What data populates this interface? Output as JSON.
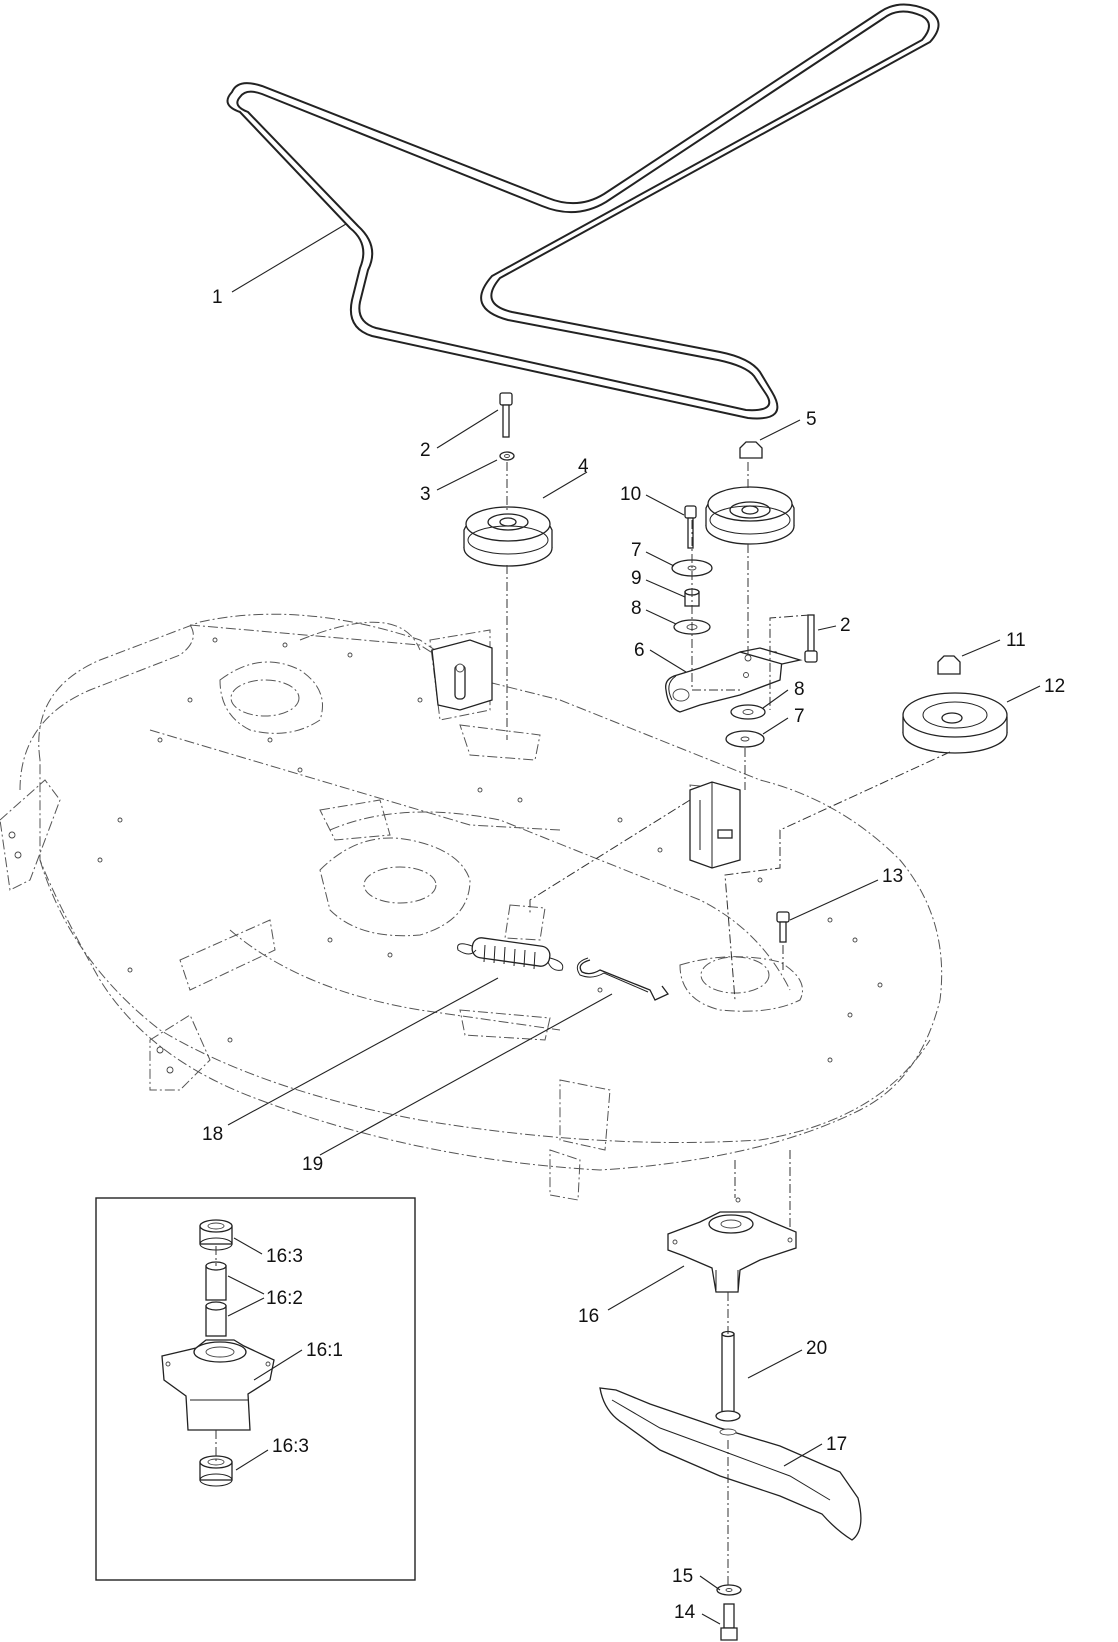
{
  "callouts": {
    "c1": "1",
    "c2a": "2",
    "c3": "3",
    "c4": "4",
    "c5": "5",
    "c10": "10",
    "c7a": "7",
    "c9": "9",
    "c8a": "8",
    "c2b": "2",
    "c6": "6",
    "c11": "11",
    "c12": "12",
    "c8b": "8",
    "c7b": "7",
    "c13": "13",
    "c18": "18",
    "c19": "19",
    "c16": "16",
    "c20": "20",
    "c17": "17",
    "c15": "15",
    "c14": "14",
    "c16_3a": "16:3",
    "c16_2": "16:2",
    "c16_1": "16:1",
    "c16_3b": "16:3"
  }
}
